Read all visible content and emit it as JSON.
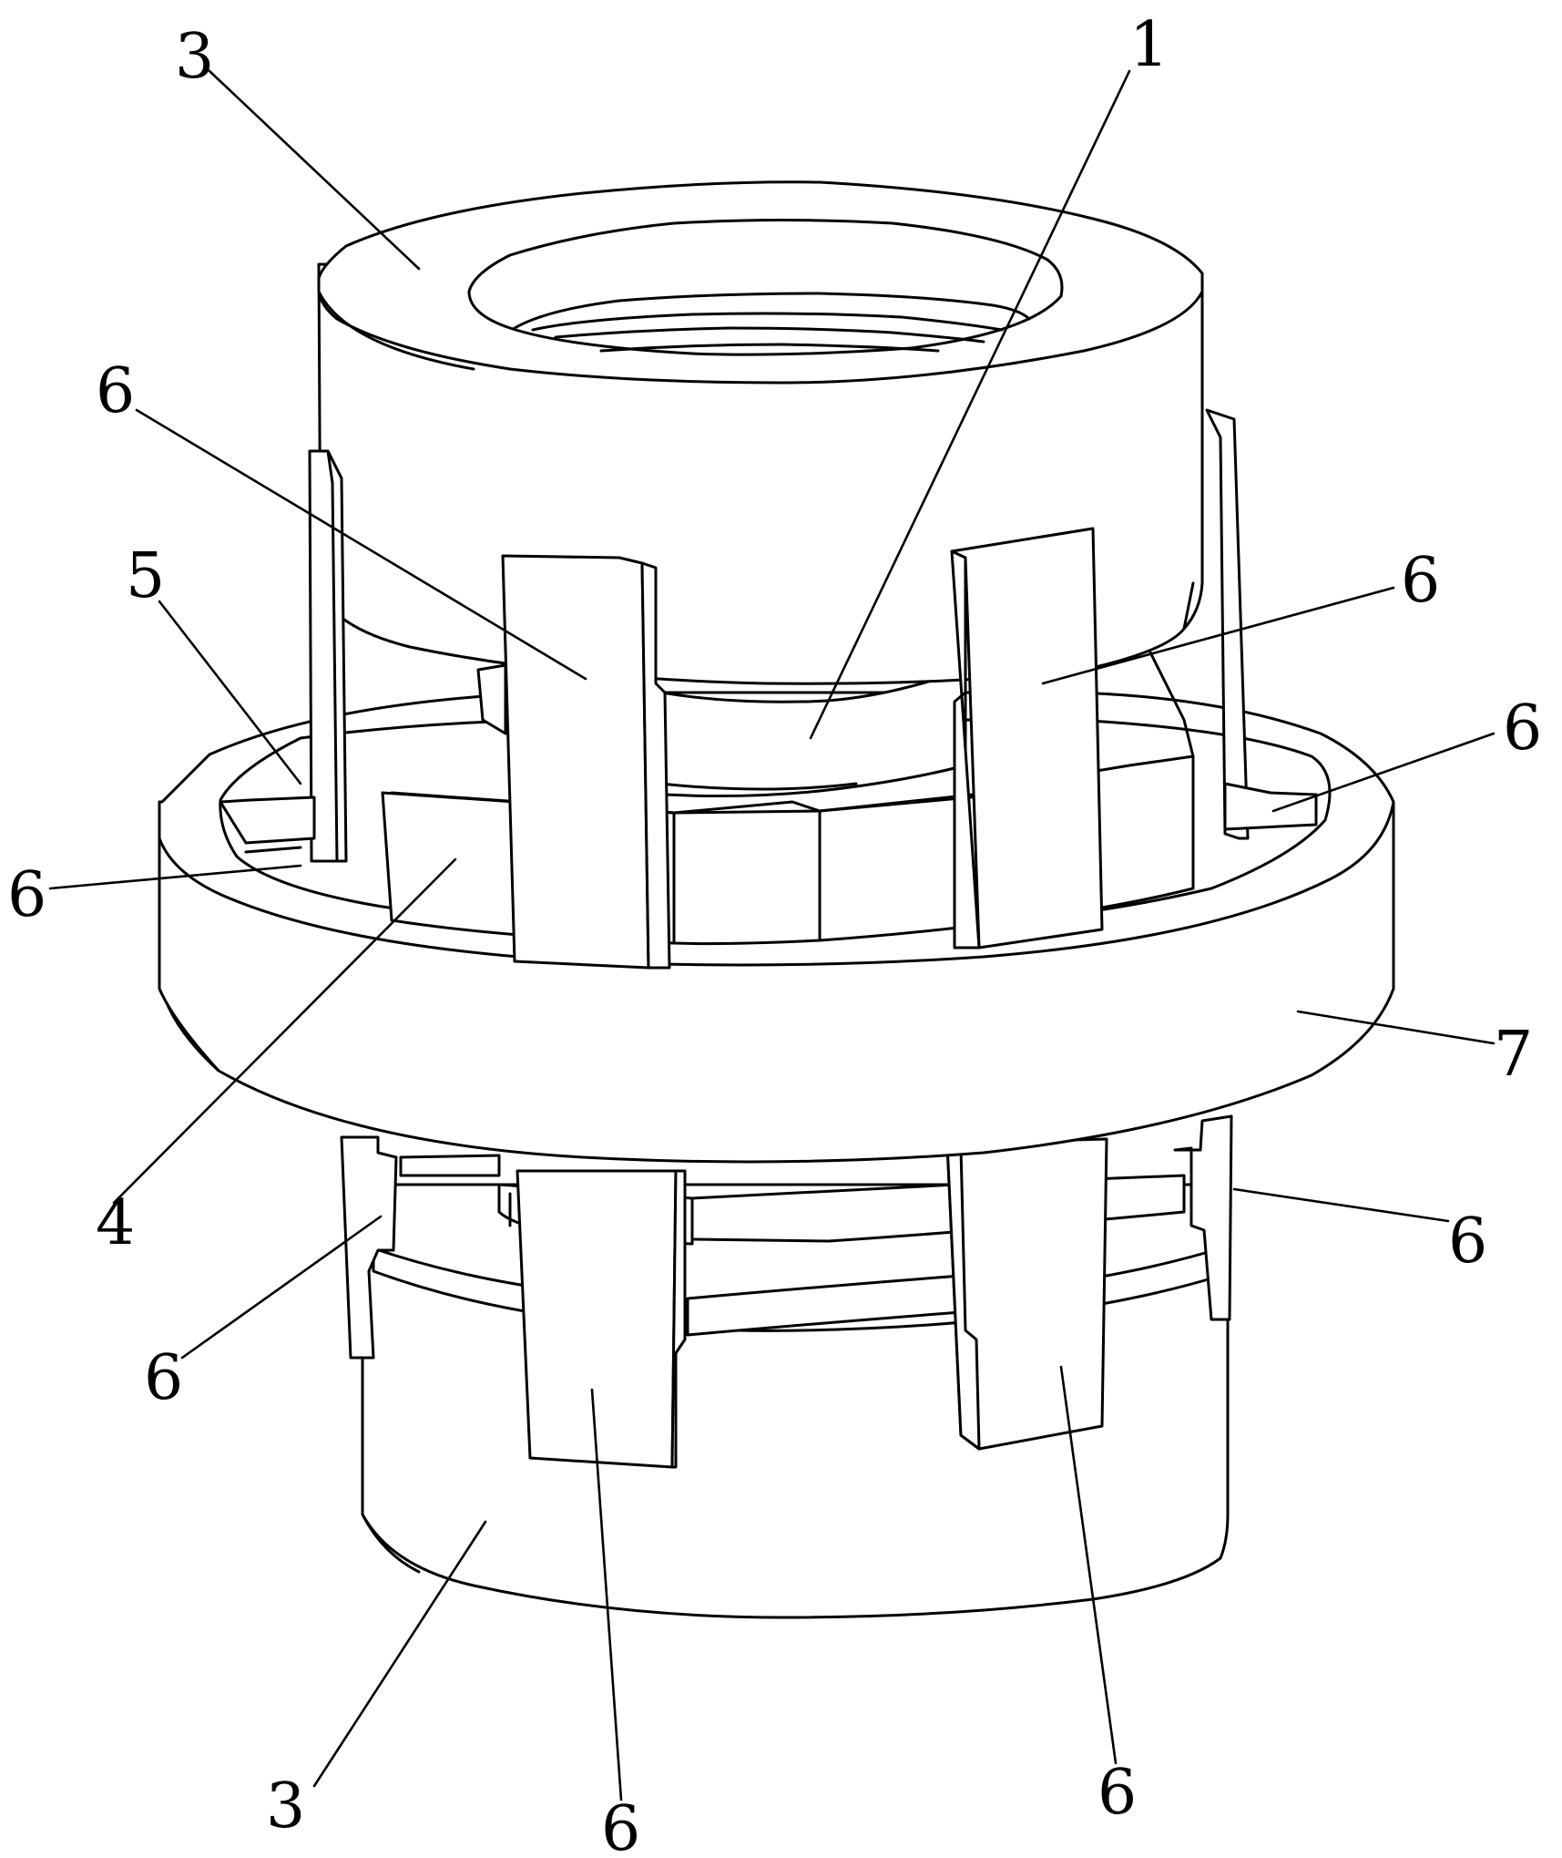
{
  "figure": {
    "labels": [
      {
        "id": "top-cap-3",
        "text": "3"
      },
      {
        "id": "top-center-1",
        "text": "1"
      },
      {
        "id": "upper-left-6",
        "text": "6"
      },
      {
        "id": "upper-right-6",
        "text": "6"
      },
      {
        "id": "left-5",
        "text": "5"
      },
      {
        "id": "right-6",
        "text": "6"
      },
      {
        "id": "left-6",
        "text": "6"
      },
      {
        "id": "ring-7",
        "text": "7"
      },
      {
        "id": "lower-right-6",
        "text": "6"
      },
      {
        "id": "center-4",
        "text": "4"
      },
      {
        "id": "lower-left-6",
        "text": "6"
      },
      {
        "id": "bottom-cap-3",
        "text": "3"
      },
      {
        "id": "bottom-mid-6",
        "text": "6"
      },
      {
        "id": "bottom-right-6",
        "text": "6"
      }
    ]
  },
  "colors": {
    "line": "#000000",
    "background": "#ffffff"
  }
}
